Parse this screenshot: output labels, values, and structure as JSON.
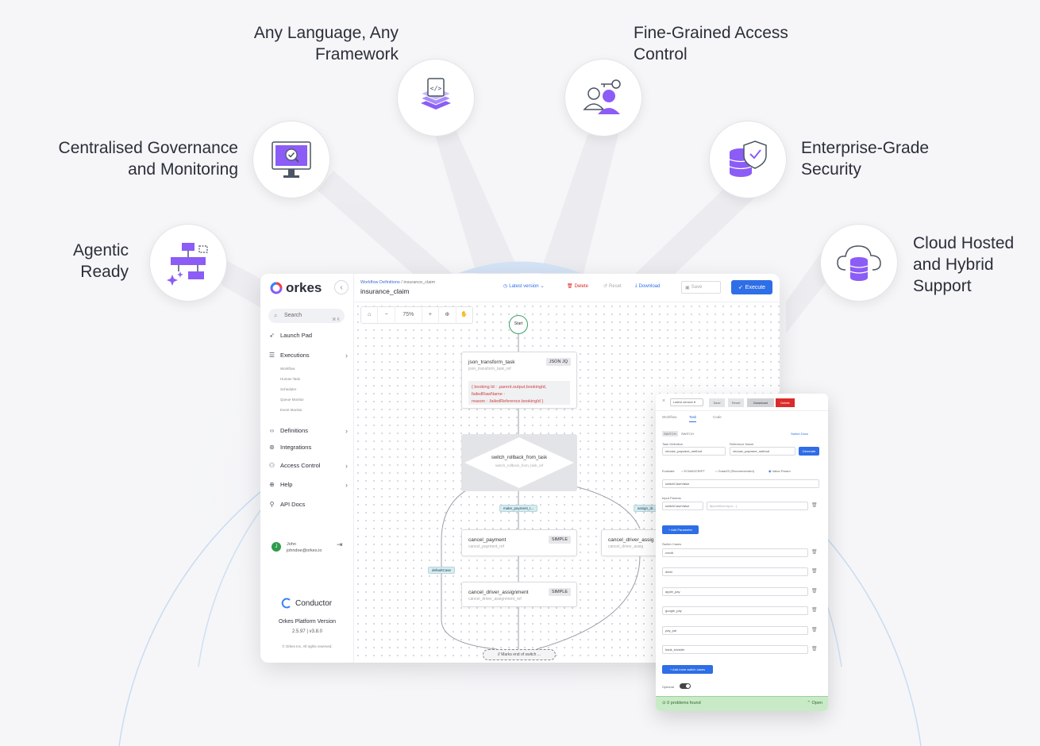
{
  "features": [
    {
      "label": "Any Language, Any\nFramework",
      "icon": "code-stack-icon"
    },
    {
      "label": "Fine-Grained Access\nControl",
      "icon": "user-key-icon"
    },
    {
      "label": "Centralised Governance\nand Monitoring",
      "icon": "monitor-check-icon"
    },
    {
      "label": "Enterprise-Grade\nSecurity",
      "icon": "database-shield-icon"
    },
    {
      "label": "Agentic\nReady",
      "icon": "agent-flow-icon"
    },
    {
      "label": "Cloud Hosted\nand Hybrid\nSupport",
      "icon": "cloud-database-icon"
    }
  ],
  "colors": {
    "accent": "#2e6ee6",
    "icon_purple": "#8b5cf6",
    "delete_red": "#dc2a2a",
    "success_green": "#c9eac7"
  },
  "app": {
    "logo": "orkes",
    "search": {
      "placeholder": "Search",
      "shortcut": "⌘ K"
    },
    "nav": {
      "launch_pad": "Launch Pad",
      "executions": "Executions",
      "exec_sub": [
        "Workflow",
        "Human Task",
        "Scheduler",
        "Queue Monitor",
        "Event Monitor"
      ],
      "definitions": "Definitions",
      "integrations": "Integrations",
      "access_control": "Access Control",
      "help": "Help",
      "api_docs": "API Docs"
    },
    "user": {
      "initial": "J",
      "name": "John",
      "email": "johndoe@orkes.io"
    },
    "conductor": "Conductor",
    "platform_version_title": "Orkes Platform Version",
    "platform_version": "2.5.97 | v3.8.0",
    "copyright": "© Orkes Inc. All rights reserved.",
    "breadcrumb": {
      "parent": "Workflow Definitions",
      "sep": "/",
      "current": "insurance_claim"
    },
    "workflow_title": "insurance_claim",
    "toolbar": {
      "version": "Latest version",
      "delete": "Delete",
      "reset": "Reset",
      "download": "Download",
      "save": "Save",
      "execute": "Execute"
    },
    "zoom": "75%",
    "canvas": {
      "start": "Start",
      "json_node": {
        "name": "json_transform_task",
        "ref": "json_transform_task_ref",
        "tag": "JSON JQ",
        "code_1": "{ booking Id : .parent.output.bookingId,",
        "code_2": "failedRawName :",
        "code_3": "reason : .failedReference.bookingId }"
      },
      "switch_node": {
        "name": "switch_rollback_from_task",
        "ref": "switch_rollback_from_task_ref"
      },
      "pill_1": "make_payment_t...",
      "pill_2": "assign_dr...",
      "default_pill": "defaultCase",
      "cancel_payment": {
        "name": "cancel_payment",
        "ref": "cancel_payment_ref",
        "tag": "SIMPLE"
      },
      "cancel_driver_right": {
        "name": "cancel_driver_assig",
        "ref": "cancel_driver_assig"
      },
      "cancel_driver": {
        "name": "cancel_driver_assignment",
        "ref": "cancel_driver_assignment_ref",
        "tag": "SIMPLE"
      },
      "end": "// Marks end of switch ..."
    }
  },
  "panel": {
    "close": "×",
    "version_select": "Latest version ▾",
    "buttons": {
      "save": "Save",
      "reset": "Reset",
      "download": "Download",
      "delete": "Delete"
    },
    "tabs": [
      "Workflow",
      "Task",
      "Code"
    ],
    "task_type": "SWITCH",
    "task_type_label": "SWITCH",
    "switch_docs": "Switch Docs",
    "task_def_label": "Task Definition",
    "task_def_value": "choose_payment_method",
    "ref_name_label": "Reference Name",
    "ref_name_value": "choose_payment_method",
    "generate": "Generate",
    "evaluate_label": "Evaluate",
    "radio_1": "ECMASCRIPT",
    "radio_2": "GraalJS (Recommended)",
    "radio_3": "Value-Param",
    "switch_case_value": "switchCaseValue",
    "input_params_label": "Input Params",
    "param_key": "switchCaseValue",
    "param_value": "${workflow.input....}",
    "add_parameter": "+ Add Parameter",
    "switch_cases_label": "Switch Cases",
    "cases": [
      "credit",
      "debit",
      "apple_pay",
      "google_pay",
      "pay_pal",
      "bank_transfer"
    ],
    "add_cases": "+ Add more switch cases",
    "optional_label": "Optional",
    "problems": "0 problems found",
    "open": "Open"
  }
}
